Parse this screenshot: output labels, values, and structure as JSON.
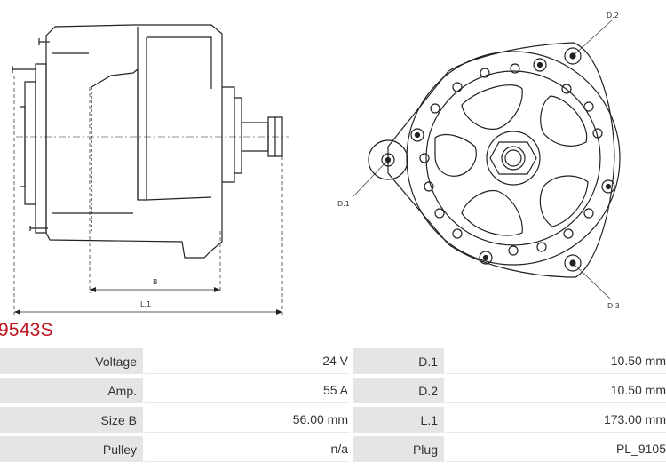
{
  "drawing": {
    "labels": {
      "d1": "D.1",
      "d2": "D.2",
      "d3": "D.3",
      "b": "B",
      "l1": "L.1"
    }
  },
  "product": {
    "code": "9543S"
  },
  "specs": [
    {
      "label": "Voltage",
      "value": "24 V",
      "label2": "D.1",
      "value2": "10.50 mm"
    },
    {
      "label": "Amp.",
      "value": "55 A",
      "label2": "D.2",
      "value2": "10.50 mm"
    },
    {
      "label": "Size B",
      "value": "56.00 mm",
      "label2": "L.1",
      "value2": "173.00 mm"
    },
    {
      "label": "Pulley",
      "value": "n/a",
      "label2": "Plug",
      "value2": "PL_9105"
    }
  ],
  "colors": {
    "accent": "#c0141f",
    "label_bg": "#e5e5e5"
  }
}
